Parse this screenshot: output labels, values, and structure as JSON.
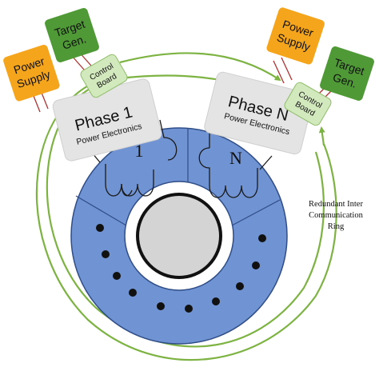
{
  "colors": {
    "stator": "#6f93d3",
    "stator_stroke": "#2f4d86",
    "rotor": "#d4d4d4",
    "ring": "#7db342",
    "power_supply": "#f5a51c",
    "target_gen": "#4f9a36",
    "control_board": "#d2e8bd",
    "phase_box": "#e4e4e4",
    "wire": "#b03030",
    "winding": "#1a1a1a"
  },
  "left_unit": {
    "power_supply": "Power Supply",
    "target_gen": "Target Gen.",
    "control_board": "Control Board",
    "phase_title": "Phase 1",
    "phase_subtitle": "Power Electronics",
    "winding_label": "1"
  },
  "right_unit": {
    "power_supply": "Power Supply",
    "target_gen": "Target Gen.",
    "control_board": "Control Board",
    "phase_title": "Phase N",
    "phase_subtitle": "Power Electronics",
    "winding_label": "N"
  },
  "ring_label": [
    "Redundant Inter",
    "Communication",
    "Ring"
  ]
}
